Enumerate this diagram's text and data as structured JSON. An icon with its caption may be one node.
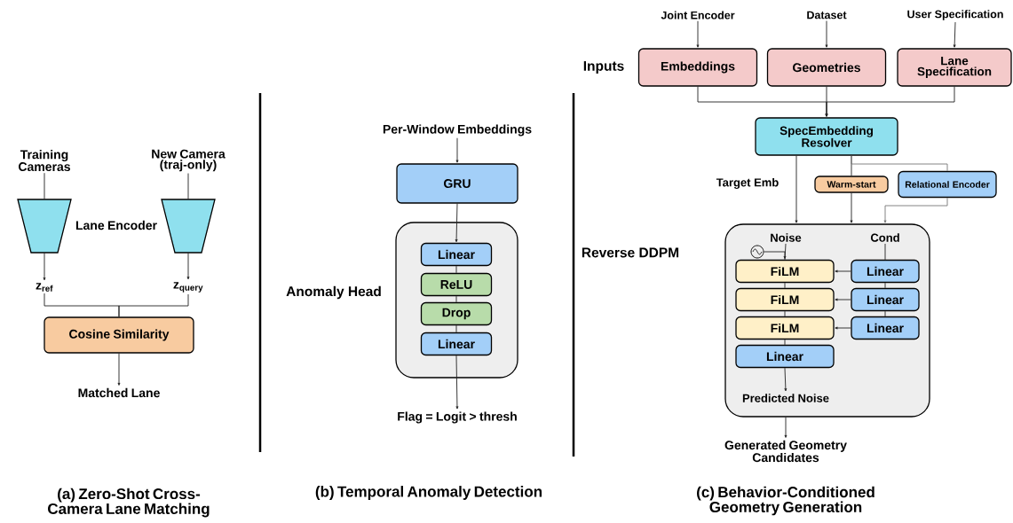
{
  "diagram": {
    "nodes": [
      {
        "text": [
          "Training Cameras"
        ]
      },
      {
        "text": [
          "New Camera (traj-only)"
        ]
      },
      {
        "text": [],
        "shape": "trapezoid"
      },
      {
        "text": [],
        "shape": "trapezoid"
      },
      {
        "text": [
          "z$_{ref}$"
        ]
      },
      {
        "text": [
          "z$_{query}$"
        ]
      },
      {
        "text": [
          "Cosine Similarity"
        ]
      },
      {
        "text": [
          "Matched Lane"
        ]
      },
      {
        "text": [
          "Per-Window Embeddings"
        ]
      },
      {
        "text": [
          "GRU"
        ]
      },
      {
        "text": [
          "Anomaly Head"
        ]
      },
      {
        "text": [
          "Linear"
        ],
        "in": 10
      },
      {
        "text": [
          "ReLU"
        ],
        "in": 10
      },
      {
        "text": [
          "Drop"
        ],
        "in": 10
      },
      {
        "text": [
          "Linear"
        ],
        "in": 10
      },
      {
        "text": [
          "Flag = Logit > thresh"
        ]
      },
      {
        "text": [
          "Joint Encoder"
        ]
      },
      {
        "text": [
          "Dataset"
        ]
      },
      {
        "text": [
          "User Specification"
        ]
      },
      {
        "text": [
          "Embeddings"
        ]
      },
      {
        "text": [
          "Geometries"
        ]
      },
      {
        "text": [
          "Lane Specification"
        ]
      },
      {
        "text": [
          "SpecEmbedding Resolver"
        ]
      },
      {
        "text": [
          "Warm-start"
        ]
      },
      {
        "text": [
          "Relational Encoder"
        ]
      },
      {
        "text": [
          "Reverse DDPM"
        ]
      },
      {
        "text": [
          "Noise"
        ],
        "in": 25
      },
      {
        "text": [
          "Cond"
        ],
        "in": 25
      },
      {
        "text": [],
        "shape": "circle",
        "in": 25
      },
      {
        "text": [
          "FiLM"
        ],
        "in": 25
      },
      {
        "text": [
          "FiLM"
        ],
        "in": 25
      },
      {
        "text": [
          "FiLM"
        ],
        "in": 25
      },
      {
        "text": [
          "Linear"
        ],
        "in": 25
      },
      {
        "text": [
          "Linear"
        ],
        "in": 25
      },
      {
        "text": [
          "Linear"
        ],
        "in": 25
      },
      {
        "text": [
          "Linear"
        ],
        "in": 25
      },
      {
        "text": [
          "Predicted Noise"
        ],
        "in": 25
      },
      {
        "text": [
          "Generated Geometry Candidates"
        ]
      }
    ],
    "edges": [
      {
        "from": 0,
        "to": 2,
        "arrow": "none"
      },
      {
        "from": 1,
        "to": 3,
        "arrow": "none"
      },
      {
        "from": 2,
        "to": 4,
        "arrow": "to"
      },
      {
        "from": 3,
        "to": 5,
        "arrow": "to"
      },
      {
        "from": 4,
        "to": 6,
        "arrow": "none"
      },
      {
        "from": 5,
        "to": 6,
        "arrow": "none"
      },
      {
        "from": 6,
        "to": 7,
        "arrow": "to"
      },
      {
        "from": 8,
        "to": 9,
        "arrow": "to"
      },
      {
        "from": 9,
        "to": 11,
        "arrow": "to"
      },
      {
        "from": 11,
        "to": 12,
        "arrow": "none"
      },
      {
        "from": 12,
        "to": 13,
        "arrow": "none"
      },
      {
        "from": 13,
        "to": 14,
        "arrow": "none"
      },
      {
        "from": 14,
        "to": 15,
        "arrow": "to"
      },
      {
        "from": 16,
        "to": 19,
        "arrow": "to"
      },
      {
        "from": 17,
        "to": 20,
        "arrow": "to"
      },
      {
        "from": 18,
        "to": 21,
        "arrow": "to"
      },
      {
        "from": 19,
        "to": 22,
        "arrow": "to"
      },
      {
        "from": 20,
        "to": 22,
        "arrow": "to"
      },
      {
        "from": 21,
        "to": 22,
        "arrow": "to"
      },
      {
        "from": 22,
        "to": 25,
        "arrow": "to",
        "label": "Target Emb"
      },
      {
        "from": 22,
        "to": 23,
        "arrow": "none"
      },
      {
        "from": 22,
        "to": 24,
        "arrow": "none",
        "color": "#777777"
      },
      {
        "from": 23,
        "to": 25,
        "arrow": "to"
      },
      {
        "from": 24,
        "to": 25,
        "arrow": "to",
        "color": "#777777"
      },
      {
        "from": 26,
        "to": 29,
        "arrow": "none"
      },
      {
        "from": 28,
        "to": 29,
        "arrow": "to"
      },
      {
        "from": 29,
        "to": 30,
        "arrow": "none"
      },
      {
        "from": 30,
        "to": 31,
        "arrow": "none"
      },
      {
        "from": 31,
        "to": 32,
        "arrow": "none"
      },
      {
        "from": 32,
        "to": 36,
        "arrow": "to"
      },
      {
        "from": 27,
        "to": 33,
        "arrow": "none"
      },
      {
        "from": 33,
        "to": 34,
        "arrow": "none"
      },
      {
        "from": 34,
        "to": 35,
        "arrow": "none"
      },
      {
        "from": 33,
        "to": 29,
        "arrow": "to"
      },
      {
        "from": 34,
        "to": 30,
        "arrow": "to"
      },
      {
        "from": 35,
        "to": 31,
        "arrow": "to"
      },
      {
        "from": 25,
        "to": 37,
        "arrow": "to"
      }
    ],
    "labels": [
      "Lane Encoder",
      "Inputs",
      "(a) Zero-Shot Cross-Camera Lane Matching",
      "(b) Temporal Anomaly Detection",
      "(c) Behavior-Conditioned Geometry Generation"
    ]
  }
}
